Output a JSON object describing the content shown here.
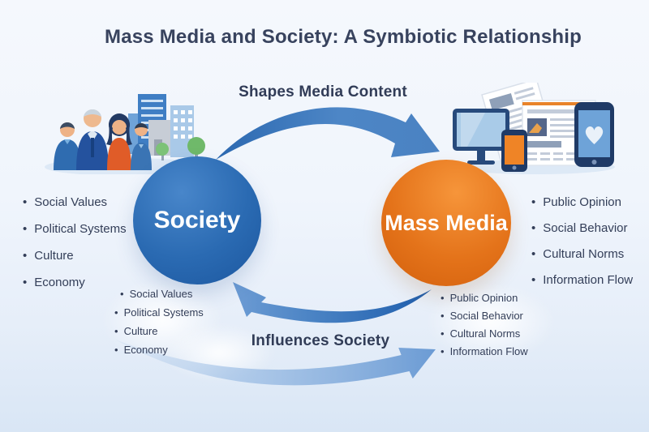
{
  "title": "Mass Media and Society: A Symbiotic Relationship",
  "nodes": {
    "society": {
      "label": "Society",
      "color": "#2a6ab2"
    },
    "mass_media": {
      "label": "Mass Media",
      "color": "#e4731a"
    }
  },
  "arrows": {
    "top": {
      "label": "Shapes Media Content",
      "from": "Society",
      "to": "Mass Media",
      "color": "#4d86c6"
    },
    "bottom": {
      "label": "Influences Society",
      "from": "Mass Media",
      "to": "Society",
      "color": "#4a83c4"
    }
  },
  "society_factors": {
    "items": [
      "Social Values",
      "Political Systems",
      "Culture",
      "Economy"
    ]
  },
  "media_effects": {
    "items": [
      "Public Opinion",
      "Social Behavior",
      "Cultural Norms",
      "Information Flow"
    ]
  },
  "icons": {
    "left": "people-and-city-icon",
    "right": "media-devices-icon"
  },
  "colors": {
    "background": "#eef4fb",
    "text": "#333e58",
    "title_text": "#38435e"
  }
}
